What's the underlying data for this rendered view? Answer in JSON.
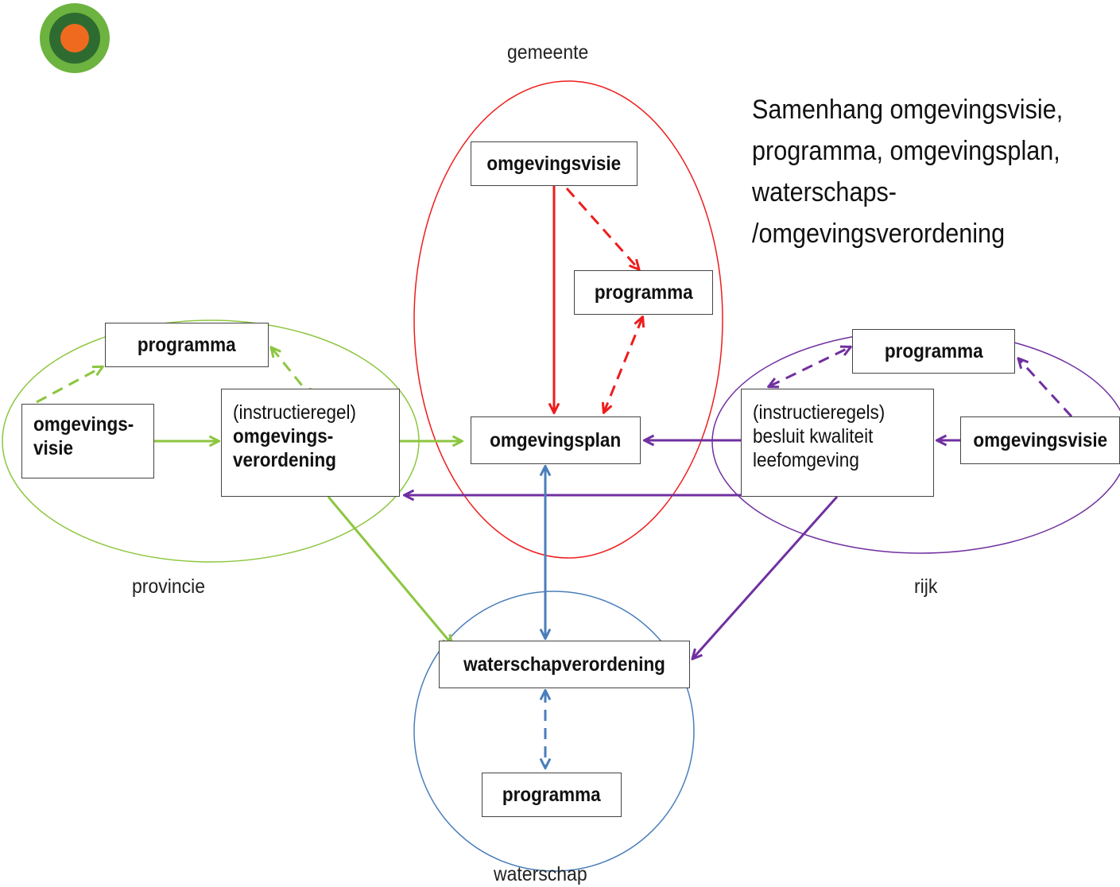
{
  "title_lines": [
    "Samenhang omgevingsvisie,",
    "programma, omgevingsplan,",
    "waterschaps-",
    "/omgevingsverordening"
  ],
  "regions": {
    "gemeente": "gemeente",
    "provincie": "provincie",
    "rijk": "rijk",
    "waterschap": "waterschap"
  },
  "nodes": {
    "gem_visie": "omgevingsvisie",
    "gem_programma": "programma",
    "gem_plan": "omgevingsplan",
    "prov_programma": "programma",
    "prov_visie_1": "omgevings-",
    "prov_visie_2": "visie",
    "prov_verord_1": "(instructieregel)",
    "prov_verord_2": "omgevings-",
    "prov_verord_3": "verordening",
    "rijk_programma": "programma",
    "rijk_bkl_1": "(instructieregels)",
    "rijk_bkl_2": "besluit kwaliteit",
    "rijk_bkl_3": "leefomgeving",
    "rijk_visie": "omgevingsvisie",
    "ws_verordening": "waterschapverordening",
    "ws_programma": "programma"
  },
  "colors": {
    "gemeente": "#ee1c1c",
    "provincie": "#8cc63f",
    "rijk": "#7030a0",
    "waterschap": "#4a7ebb",
    "logo_outer": "#6cb33f",
    "logo_mid": "#2e6b30",
    "logo_inner": "#ef6a1f"
  },
  "logo": {
    "icon": "target-logo-icon"
  }
}
